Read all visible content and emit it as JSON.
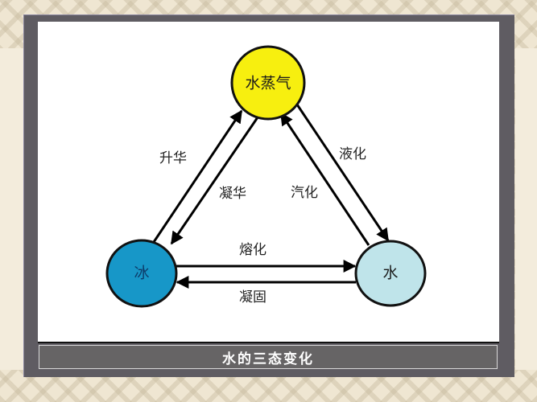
{
  "caption": "水的三态变化",
  "nodes": {
    "vapor": {
      "label": "水蒸气",
      "color": "#f7ef0f"
    },
    "ice": {
      "label": "冰",
      "color": "#1797c8"
    },
    "water": {
      "label": "水",
      "color": "#bfe4ea"
    }
  },
  "transitions": {
    "sublimation": "升华",
    "deposition": "凝华",
    "condensation": "液化",
    "vaporization": "汽化",
    "melting": "熔化",
    "freezing": "凝固"
  }
}
